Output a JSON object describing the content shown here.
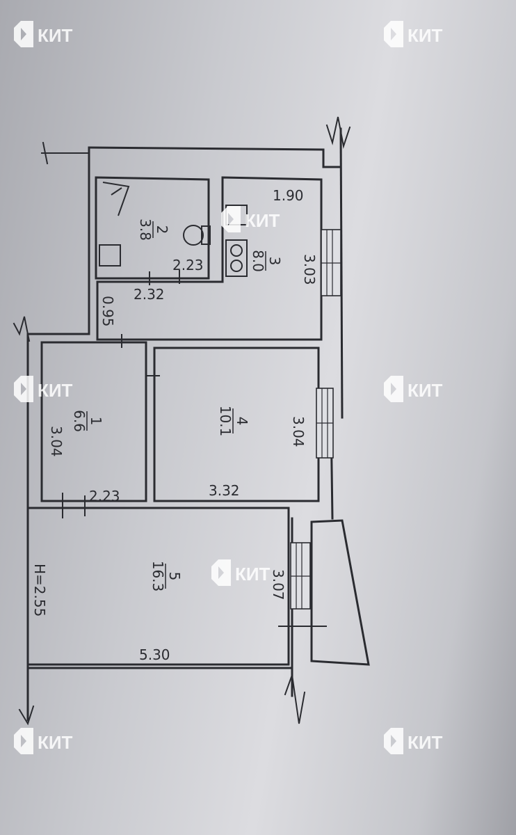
{
  "watermark": {
    "text": "КИТ",
    "color": "#ffffff"
  },
  "colors": {
    "ink": "#2a2b30",
    "paper": "#d4d5da"
  },
  "rooms": [
    {
      "number": "2",
      "area": "3.8"
    },
    {
      "number": "3",
      "area": "8.0"
    },
    {
      "number": "1",
      "area": "6.6"
    },
    {
      "number": "4",
      "area": "10.1"
    },
    {
      "number": "5",
      "area": "16.3"
    }
  ],
  "dimensions": {
    "d_1_90": "1.90",
    "d_3_03": "3.03",
    "d_2_23_bath": "2.23",
    "d_2_32": "2.32",
    "d_0_95": "0.95",
    "d_3_04_right": "3.04",
    "d_3_04_left": "3.04",
    "d_2_23_room1": "2.23",
    "d_3_32": "3.32",
    "d_3_07": "3.07",
    "d_5_30": "5.30",
    "ceiling_height": "H=2.55"
  }
}
